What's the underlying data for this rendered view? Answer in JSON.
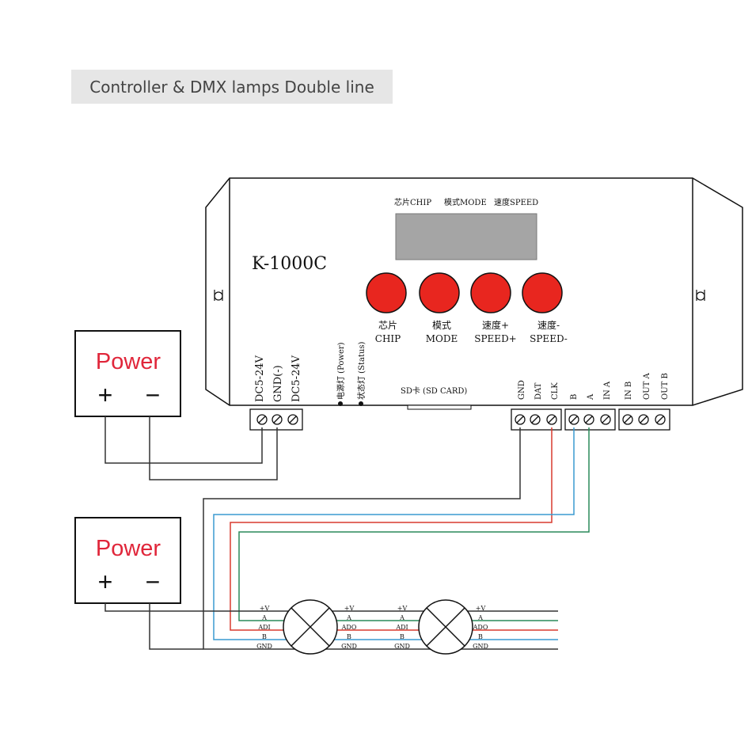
{
  "title": "Controller & DMX lamps Double line",
  "controller": {
    "model": "K-1000C",
    "display_labels": [
      "芯片CHIP",
      "模式MODE",
      "速度SPEED"
    ],
    "buttons": [
      {
        "cn": "芯片",
        "en": "CHIP"
      },
      {
        "cn": "模式",
        "en": "MODE"
      },
      {
        "cn": "速度+",
        "en": "SPEED+"
      },
      {
        "cn": "速度-",
        "en": "SPEED-"
      }
    ],
    "power_terminals": [
      "DC5-24V",
      "GND(-)",
      "DC5-24V"
    ],
    "indicators": [
      "电源灯 (Power)",
      "状态灯 (Status)"
    ],
    "sd_label": "SD卡 (SD CARD)",
    "output_terminals_1": [
      "GND",
      "DAT",
      "CLK"
    ],
    "output_terminals_2": [
      "B",
      "A",
      "IN A"
    ],
    "output_terminals_3": [
      "IN B",
      "OUT A",
      "OUT B"
    ]
  },
  "power_supply_1": {
    "label": "Power",
    "plus": "+",
    "minus": "−"
  },
  "power_supply_2": {
    "label": "Power",
    "plus": "+",
    "minus": "−"
  },
  "lamp_pins_in": [
    "+V",
    "A",
    "ADI",
    "B",
    "GND"
  ],
  "lamp_pins_out": [
    "+V",
    "A",
    "ADO",
    "B",
    "GND"
  ],
  "colors": {
    "button_red": "#e8261f",
    "power_text": "#e0263a",
    "wire_red": "#d93a2f",
    "wire_green": "#2a8a5a",
    "wire_blue": "#3a9ad0"
  }
}
